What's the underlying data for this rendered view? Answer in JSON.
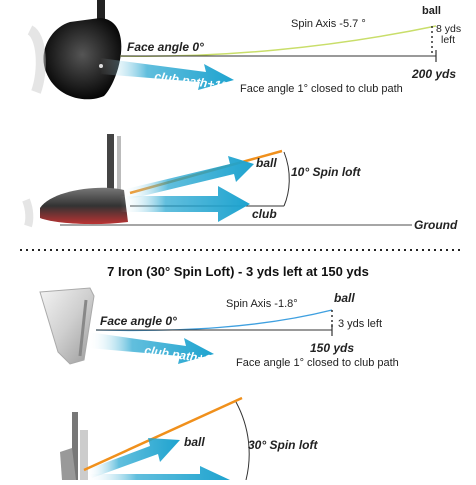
{
  "driver_top": {
    "ball_label": "ball",
    "spin_axis": "Spin Axis -5.7 °",
    "offline_num": "8 yds",
    "offline_dir": "left",
    "face_angle": "Face angle 0°",
    "club_path": "club path+1°",
    "distance": "200 yds",
    "note": "Face angle 1° closed to club path"
  },
  "driver_side": {
    "ball_label": "ball",
    "spin_loft": "10° Spin loft",
    "club_label": "club",
    "ground_label": "Ground"
  },
  "iron_heading": "7 Iron (30° Spin Loft) - 3 yds left at 150 yds",
  "iron_top": {
    "spin_axis": "Spin Axis -1.8°",
    "ball_label": "ball",
    "face_angle": "Face angle 0°",
    "offline": "3 yds left",
    "club_path": "club path+1°",
    "distance": "150 yds",
    "note": "Face angle 1° closed to club path"
  },
  "iron_side": {
    "ball_label": "ball",
    "spin_loft": "30° Spin loft"
  },
  "colors": {
    "arrow": "#1ea3cf",
    "face_line": "#f0901c",
    "driver_flight": "#c9de6a",
    "iron_flight": "#3fa0e0",
    "ground": "#888888"
  }
}
